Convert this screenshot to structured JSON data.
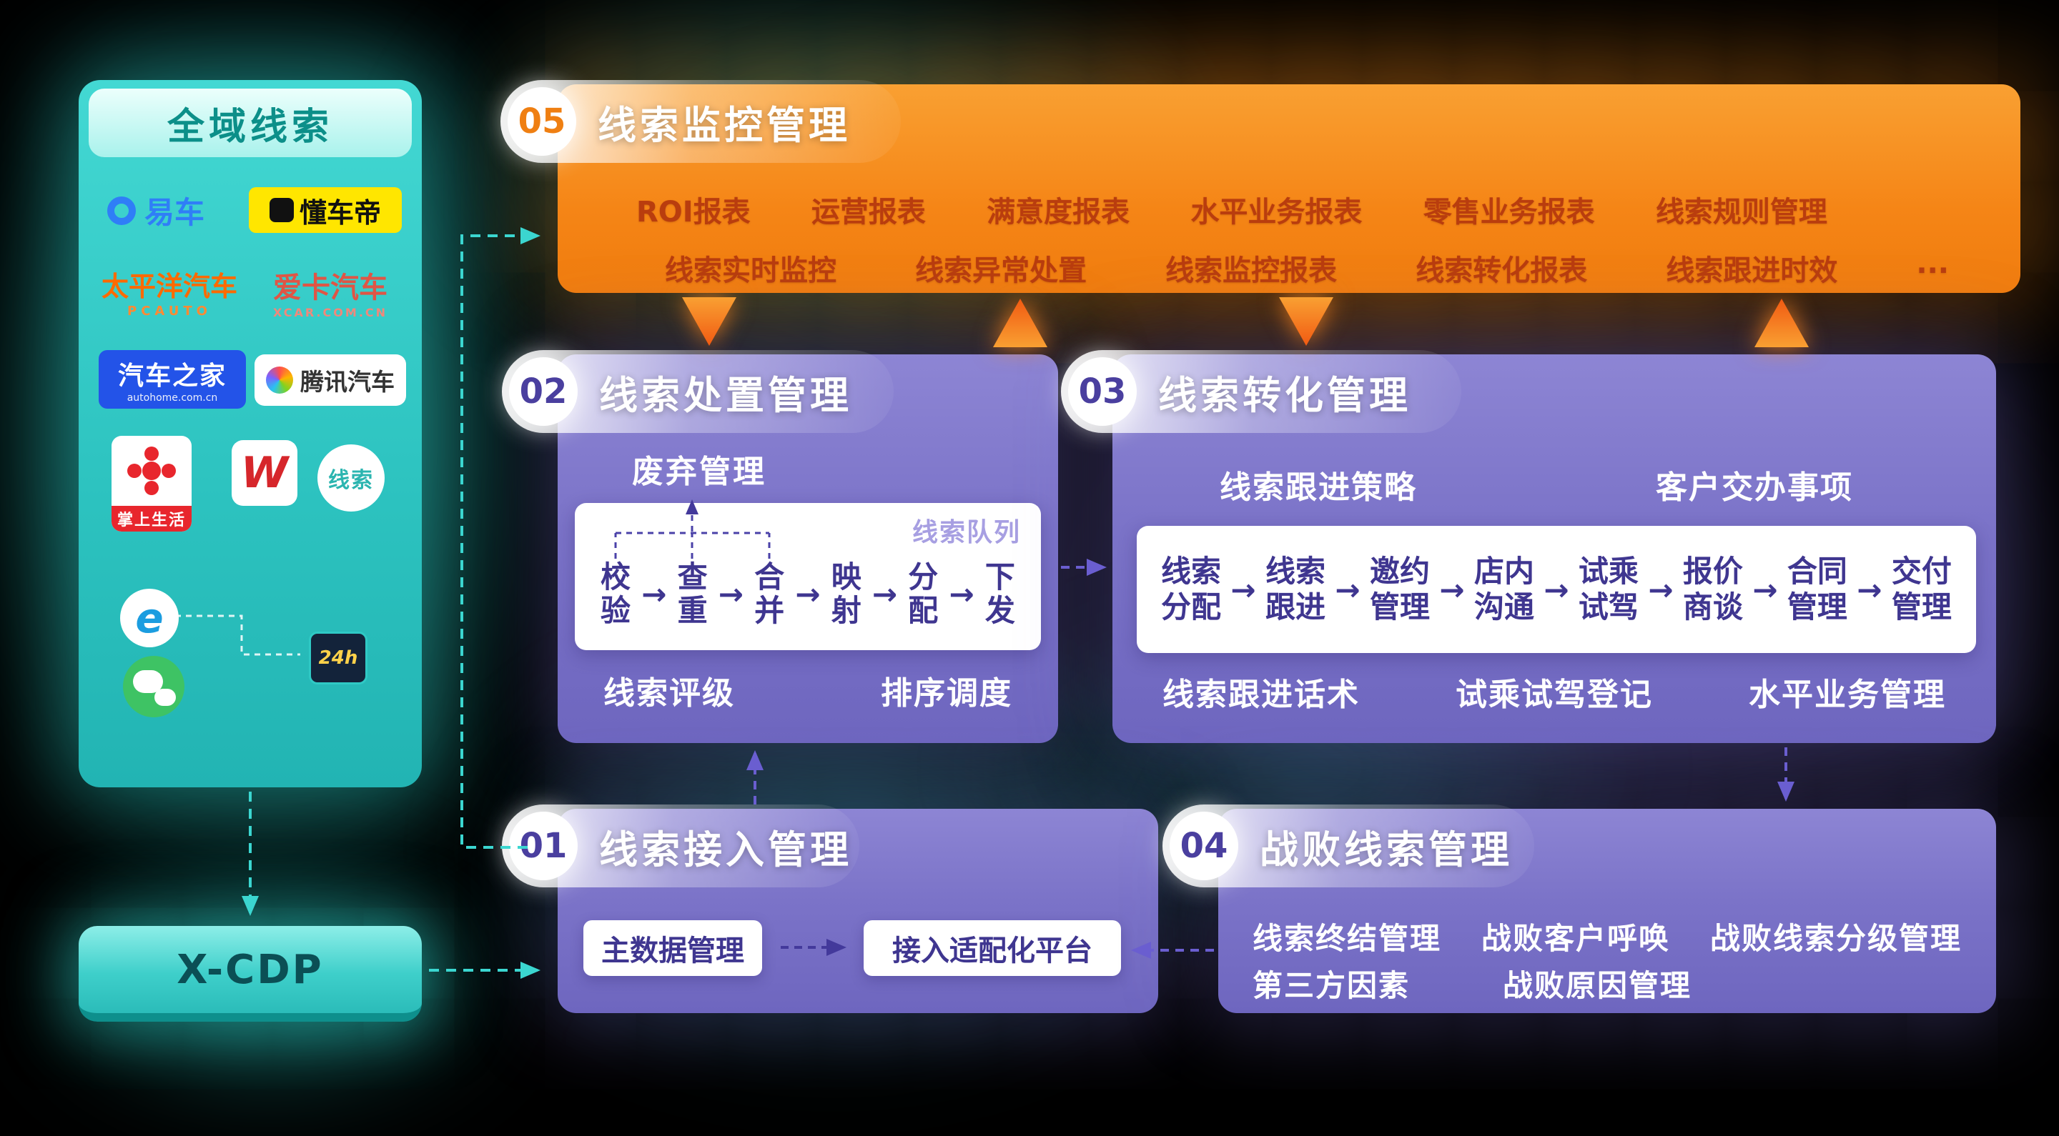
{
  "colors": {
    "teal": "#2fc9c5",
    "teal_dark": "#0c8f89",
    "orange": "#f58516",
    "orange_item_text": "#b93d0e",
    "purple": "#7b73c8",
    "purple_dark": "#3f3690",
    "white": "#ffffff"
  },
  "left_panel": {
    "title": "全域线索",
    "logos": {
      "yiche": "易车",
      "dongchedi": "懂车帝",
      "pcauto": "太平洋汽车",
      "pcauto_sub": "PCAUTO",
      "xcar": "爱卡汽车",
      "xcar_sub": "XCAR.COM.CN",
      "autohome": "汽车之家",
      "autohome_sub": "autohome.com.cn",
      "tencent": "腾讯汽车",
      "zhangshang": "掌上生活",
      "w": "W",
      "xiansuo": "线索",
      "ie": "e",
      "h24": "24h"
    }
  },
  "xcdp": {
    "label": "X-CDP"
  },
  "panels": {
    "p05": {
      "number": "05",
      "title": "线索监控管理",
      "row1": [
        "ROI报表",
        "运营报表",
        "满意度报表",
        "水平业务报表",
        "零售业务报表",
        "线索规则管理"
      ],
      "row2": [
        "线索实时监控",
        "线索异常处置",
        "线索监控报表",
        "线索转化报表",
        "线索跟进时效",
        "..."
      ]
    },
    "p02": {
      "number": "02",
      "title": "线索处置管理",
      "discard": "废弃管理",
      "queue": "线索队列",
      "steps": [
        "校验",
        "查重",
        "合并",
        "映射",
        "分配",
        "下发"
      ],
      "bottom": [
        "线索评级",
        "排序调度"
      ]
    },
    "p03": {
      "number": "03",
      "title": "线索转化管理",
      "top": [
        "线索跟进策略",
        "客户交办事项"
      ],
      "steps": [
        "线索分配",
        "线索跟进",
        "邀约管理",
        "店内沟通",
        "试乘试驾",
        "报价商谈",
        "合同管理",
        "交付管理"
      ],
      "bottom": [
        "线索跟进话术",
        "试乘试驾登记",
        "水平业务管理"
      ]
    },
    "p01": {
      "number": "01",
      "title": "线索接入管理",
      "boxes": [
        "主数据管理",
        "接入适配化平台"
      ]
    },
    "p04": {
      "number": "04",
      "title": "战败线索管理",
      "row1": [
        "线索终结管理",
        "战败客户呼唤",
        "战败线索分级管理"
      ],
      "row2": [
        "第三方因素",
        "战败原因管理"
      ]
    }
  }
}
